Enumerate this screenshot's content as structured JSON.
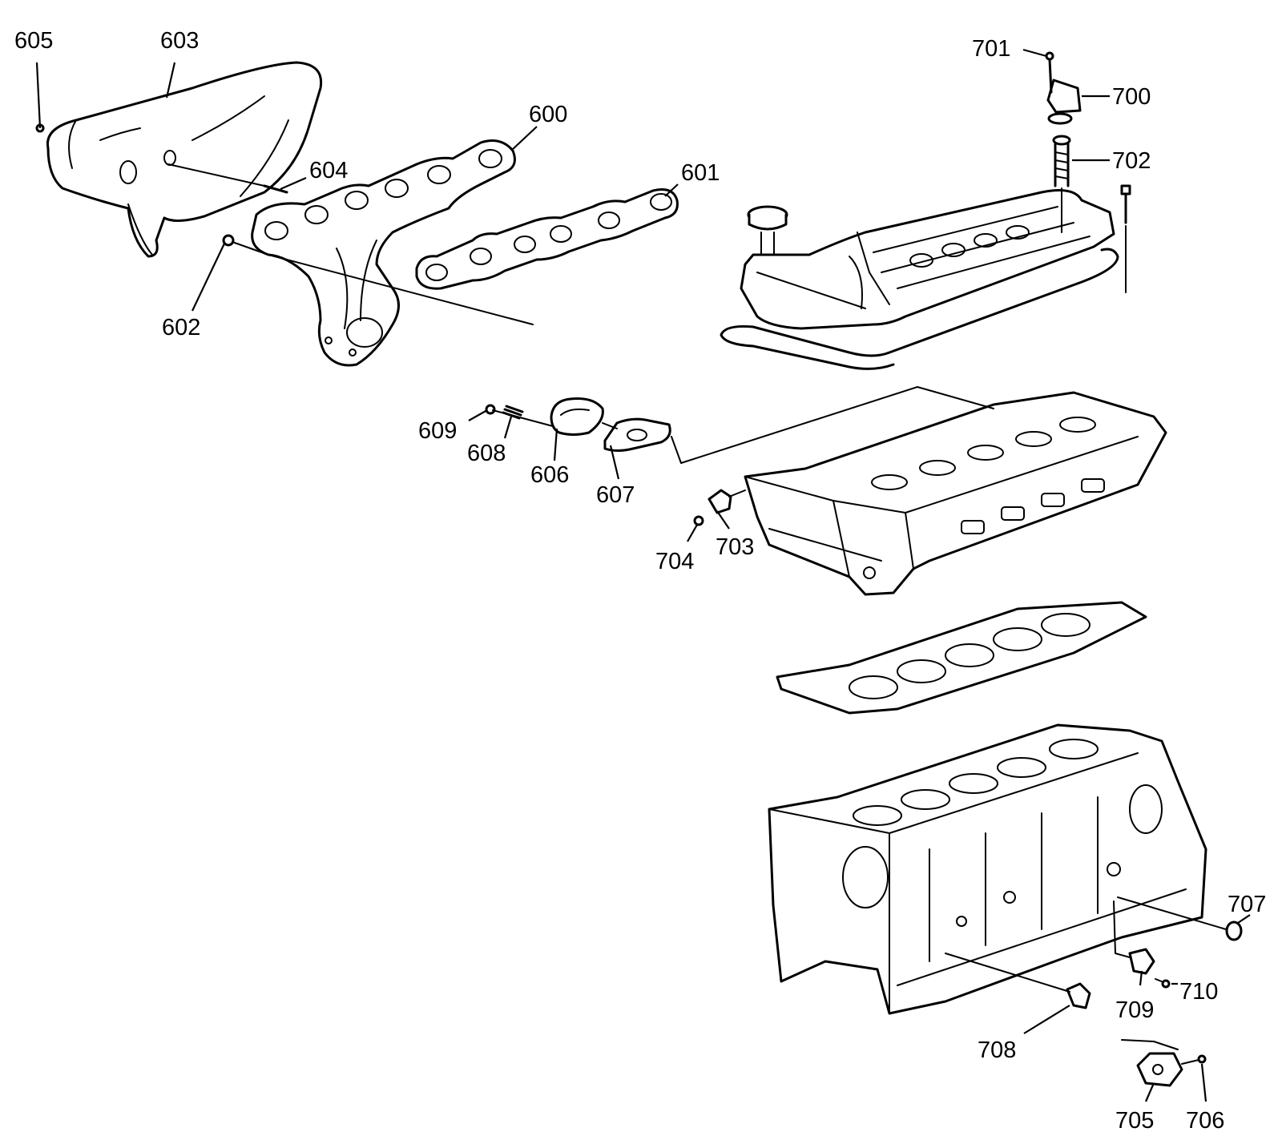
{
  "callouts": {
    "c600": "600",
    "c601": "601",
    "c602": "602",
    "c603": "603",
    "c604": "604",
    "c605": "605",
    "c606": "606",
    "c607": "607",
    "c608": "608",
    "c609": "609",
    "c700": "700",
    "c701": "701",
    "c702": "702",
    "c703": "703",
    "c704": "704",
    "c705": "705",
    "c706": "706",
    "c707": "707",
    "c708": "708",
    "c709": "709",
    "c710": "710"
  }
}
